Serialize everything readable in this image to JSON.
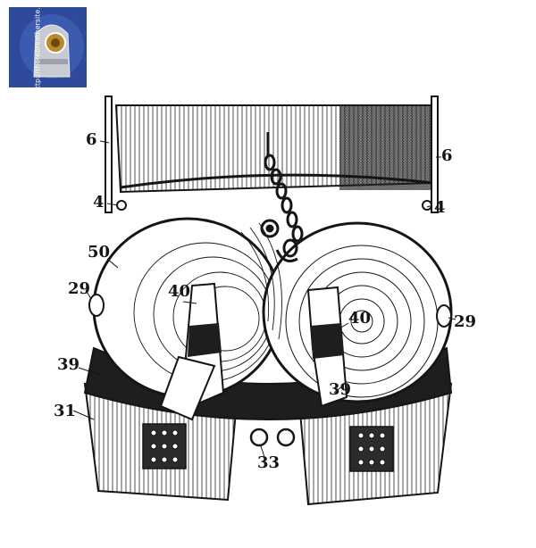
{
  "logo": {
    "text": "http://therebreathersite.nl",
    "icon": "diving-helmet-icon",
    "colors": {
      "background": "#2f4a9a",
      "helmet": "#c9cbd3",
      "visor": "#b98a2e"
    }
  },
  "labels": {
    "left_6": "6",
    "right_6": "6",
    "left_4": "4",
    "right_4": "4",
    "num_50": "50",
    "left_29": "29",
    "right_29": "29",
    "left_40": "40",
    "right_40": "40",
    "left_39": "39",
    "right_39": "39",
    "num_31": "31",
    "num_33": "33"
  },
  "colors": {
    "ink": "#151515",
    "paper": "#ffffff"
  }
}
